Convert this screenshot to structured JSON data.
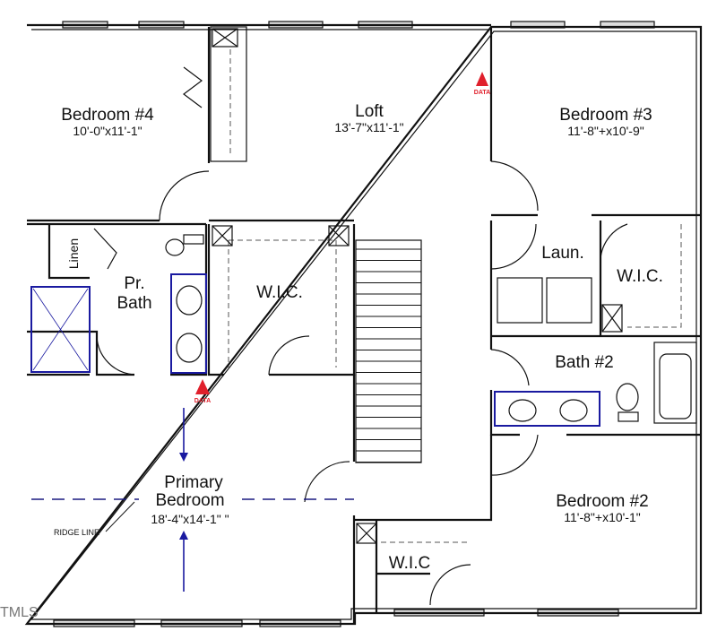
{
  "rooms": {
    "bedroom4": {
      "name": "Bedroom #4",
      "dims": "10'-0\"x11'-1\""
    },
    "loft": {
      "name": "Loft",
      "dims": "13'-7\"x11'-1\""
    },
    "bedroom3": {
      "name": "Bedroom #3",
      "dims": "11'-8\"+x10'-9\""
    },
    "linen": {
      "name": "Linen"
    },
    "pr_bath": {
      "name_line1": "Pr.",
      "name_line2": "Bath"
    },
    "wic_primary": {
      "name": "W.I.C."
    },
    "laundry": {
      "name": "Laun."
    },
    "wic_bed3": {
      "name": "W.I.C."
    },
    "bath2": {
      "name": "Bath #2"
    },
    "primary": {
      "name_line1": "Primary",
      "name_line2": "Bedroom",
      "dims": "18'-4\"x14'-1\" \""
    },
    "bedroom2": {
      "name": "Bedroom #2",
      "dims": "11'-8\"+x10'-1\""
    },
    "wic_bed2": {
      "name": "W.I.C"
    }
  },
  "annotations": {
    "ridge_line": "RIDGE LINE",
    "data_marker": "DATA"
  },
  "watermark": "TMLS",
  "colors": {
    "walls": "#111111",
    "fixtures": "#1a1aa0",
    "data_marker": "#e0202c"
  }
}
